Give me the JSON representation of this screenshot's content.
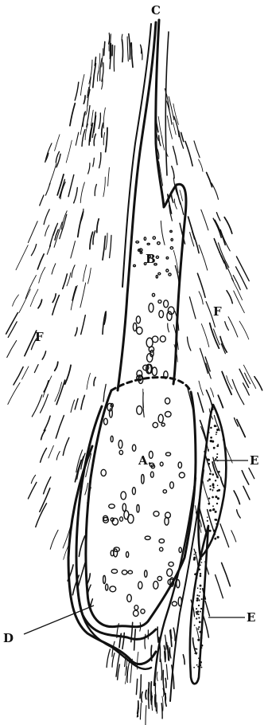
{
  "figure": {
    "labels": {
      "c": "C",
      "b": "B",
      "a": "A.",
      "f_left": "F",
      "f_right": "F",
      "d": "D",
      "e_upper": "E",
      "e_lower": "E"
    }
  },
  "colors": {
    "ink": "#111111",
    "paper": "#ffffff"
  }
}
